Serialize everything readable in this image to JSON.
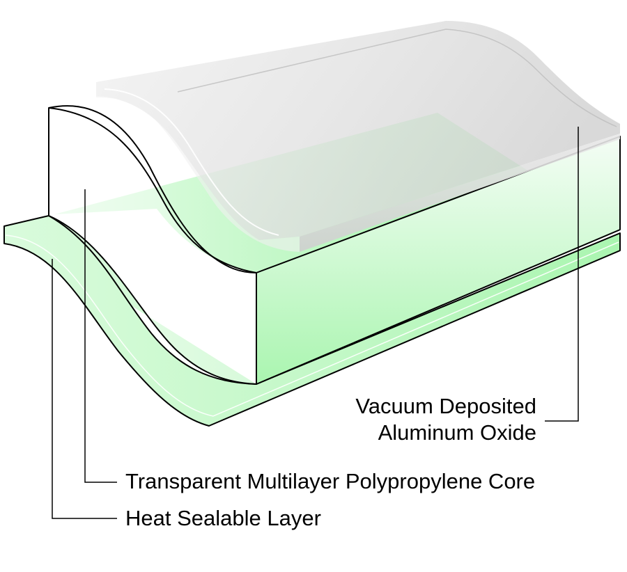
{
  "layers": [
    {
      "id": "coating",
      "label_lines": [
        "Vacuum Deposited",
        "Aluminum Oxide"
      ],
      "fill": "#e6e6e6"
    },
    {
      "id": "core",
      "label_lines": [
        "Transparent Multilayer Polypropylene Core"
      ],
      "fill": "#ffffff"
    },
    {
      "id": "sealant",
      "label_lines": [
        "Heat Sealable Layer"
      ],
      "fill": "#aaf5b0"
    }
  ],
  "colors": {
    "outline": "#000000",
    "green_light": "#d8fbdb",
    "green_mid": "#aaf5b0",
    "gray_film": "#e4e4e4"
  }
}
